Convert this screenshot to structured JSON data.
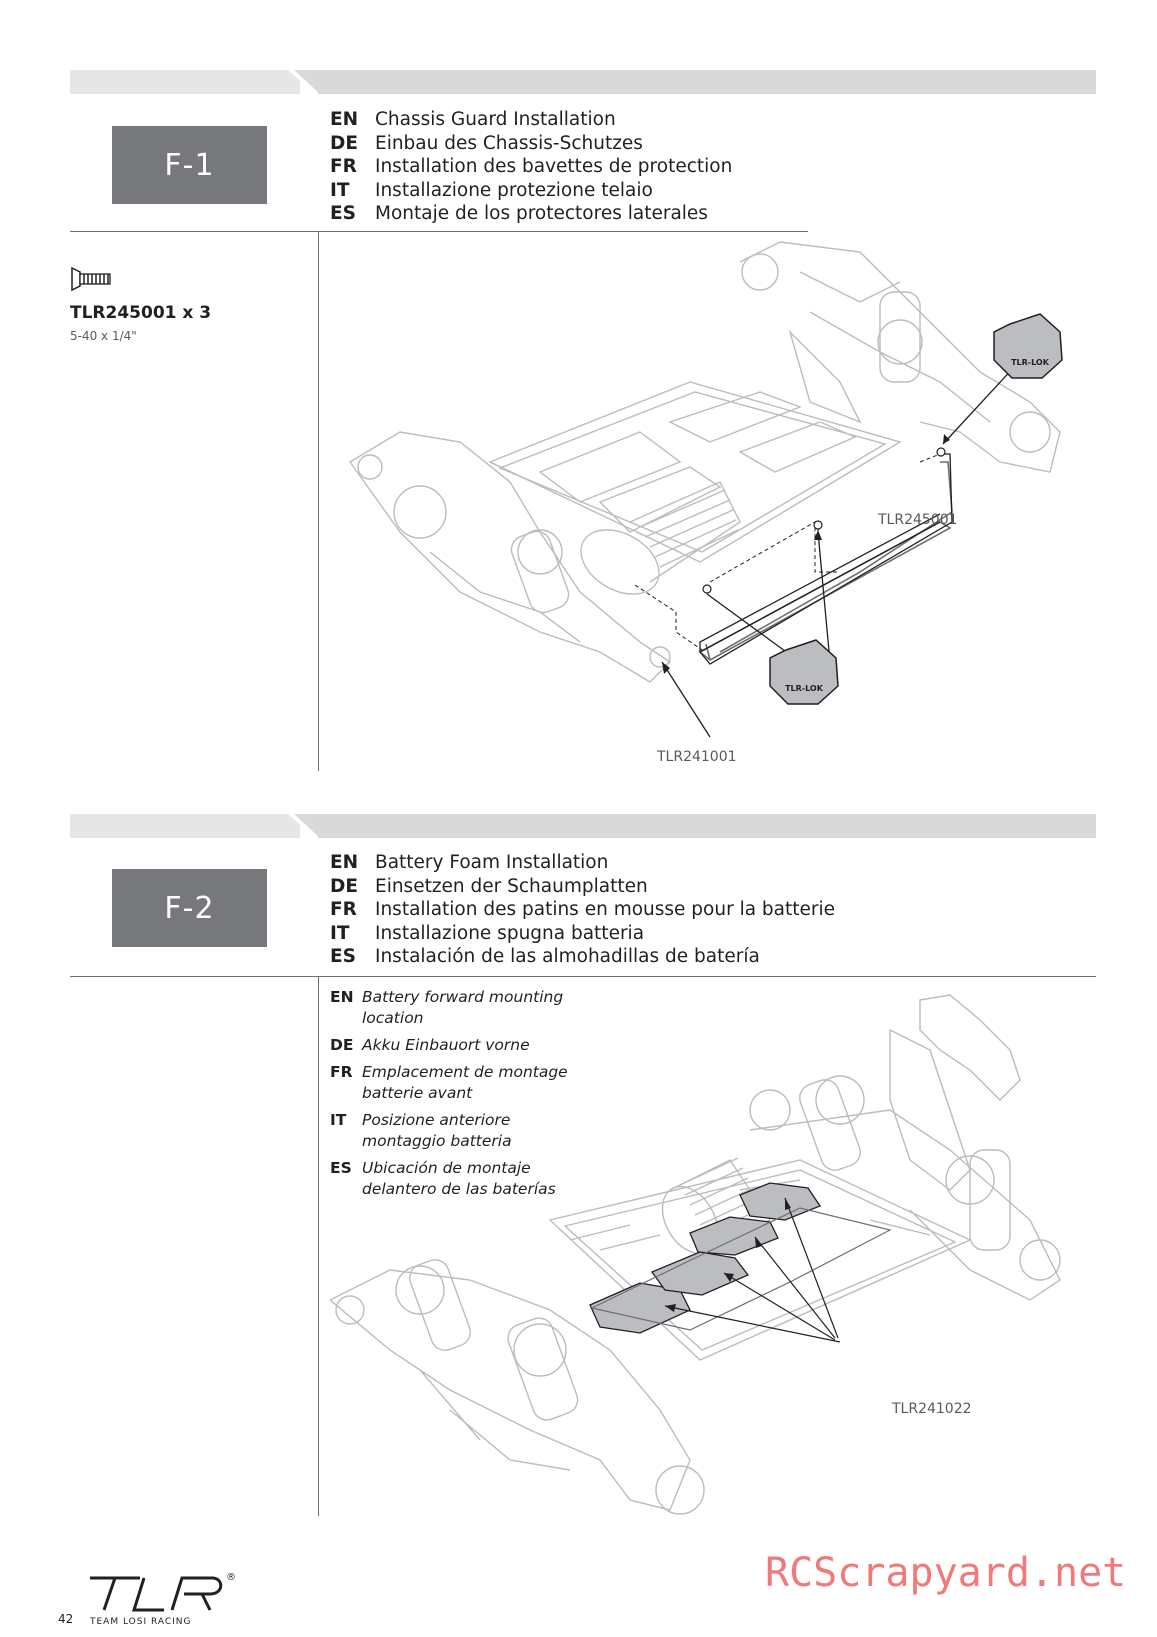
{
  "sections": [
    {
      "step": "F-1",
      "titles": [
        {
          "code": "EN",
          "text": "Chassis Guard Installation"
        },
        {
          "code": "DE",
          "text": "Einbau des Chassis-Schutzes"
        },
        {
          "code": "FR",
          "text": "Installation des bavettes de protection"
        },
        {
          "code": "IT",
          "text": "Installazione protezione telaio"
        },
        {
          "code": "ES",
          "text": "Montaje de los protectores laterales"
        }
      ],
      "hardware": {
        "part": "TLR245001 x 3",
        "size": "5-40 x 1/4\"",
        "icon": "flat-head-screw-icon"
      },
      "callouts": [
        "TLR245001",
        "TLR241001"
      ],
      "badges": [
        "TLR-LOK",
        "TLR-LOK"
      ]
    },
    {
      "step": "F-2",
      "titles": [
        {
          "code": "EN",
          "text": "Battery Foam Installation"
        },
        {
          "code": "DE",
          "text": "Einsetzen der Schaumplatten"
        },
        {
          "code": "FR",
          "text": "Installation des patins en mousse pour la batterie"
        },
        {
          "code": "IT",
          "text": "Installazione spugna batteria"
        },
        {
          "code": "ES",
          "text": "Instalación de las almohadillas de batería"
        }
      ],
      "notes": [
        {
          "code": "EN",
          "text": "Battery forward mounting location"
        },
        {
          "code": "DE",
          "text": "Akku Einbauort vorne"
        },
        {
          "code": "FR",
          "text": "Emplacement de montage batterie avant"
        },
        {
          "code": "IT",
          "text": "Posizione anteriore montaggio batteria"
        },
        {
          "code": "ES",
          "text": "Ubicación de montaje delantero de las baterías"
        }
      ],
      "callouts": [
        "TLR241022"
      ]
    }
  ],
  "footer": {
    "page_number": "42",
    "logo_text": "TLR",
    "logo_subtext": "TEAM LOSI RACING",
    "registered": "®",
    "watermark": "RCScrapyard.net"
  },
  "colors": {
    "step_box": "#77787b",
    "band": "#d9d9d9",
    "line_art": "#b3b3b3",
    "watermark": "#f07a7a"
  }
}
